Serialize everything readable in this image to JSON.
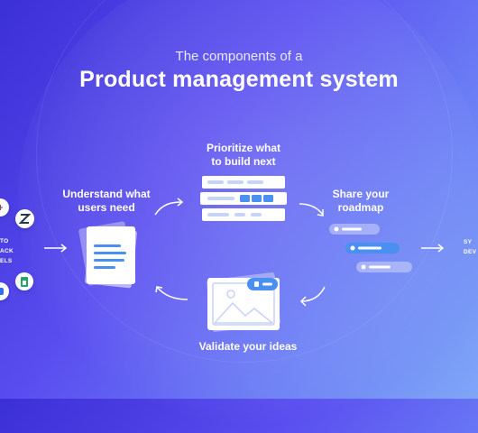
{
  "header": {
    "subtitle": "The components of a",
    "title": "Product management system"
  },
  "steps": {
    "understand": {
      "line1": "Understand what",
      "line2": "users need"
    },
    "prioritize": {
      "line1": "Prioritize what",
      "line2": "to build next"
    },
    "share": {
      "line1": "Share your",
      "line2": "roadmap"
    },
    "validate": {
      "line1": "Validate your ideas"
    }
  },
  "left_edge": {
    "line1": "TO",
    "line2": "ACK",
    "line3": "ELS"
  },
  "right_edge": {
    "line1": "SY",
    "line2": "DEV"
  },
  "colors": {
    "background_start": "#3b2fd6",
    "background_end": "#7fa6f7",
    "accent_blue": "#4a90f0",
    "card_white": "#ffffff",
    "card_lines": "#b9c8f7"
  },
  "icons": {
    "app_icons": [
      "slack-icon",
      "zendesk-icon",
      "google-sheets-icon",
      "intercom-icon"
    ],
    "document": "document-icon",
    "priority_board": "priority-board-icon",
    "roadmap": "roadmap-icon",
    "image_card": "image-card-icon"
  }
}
